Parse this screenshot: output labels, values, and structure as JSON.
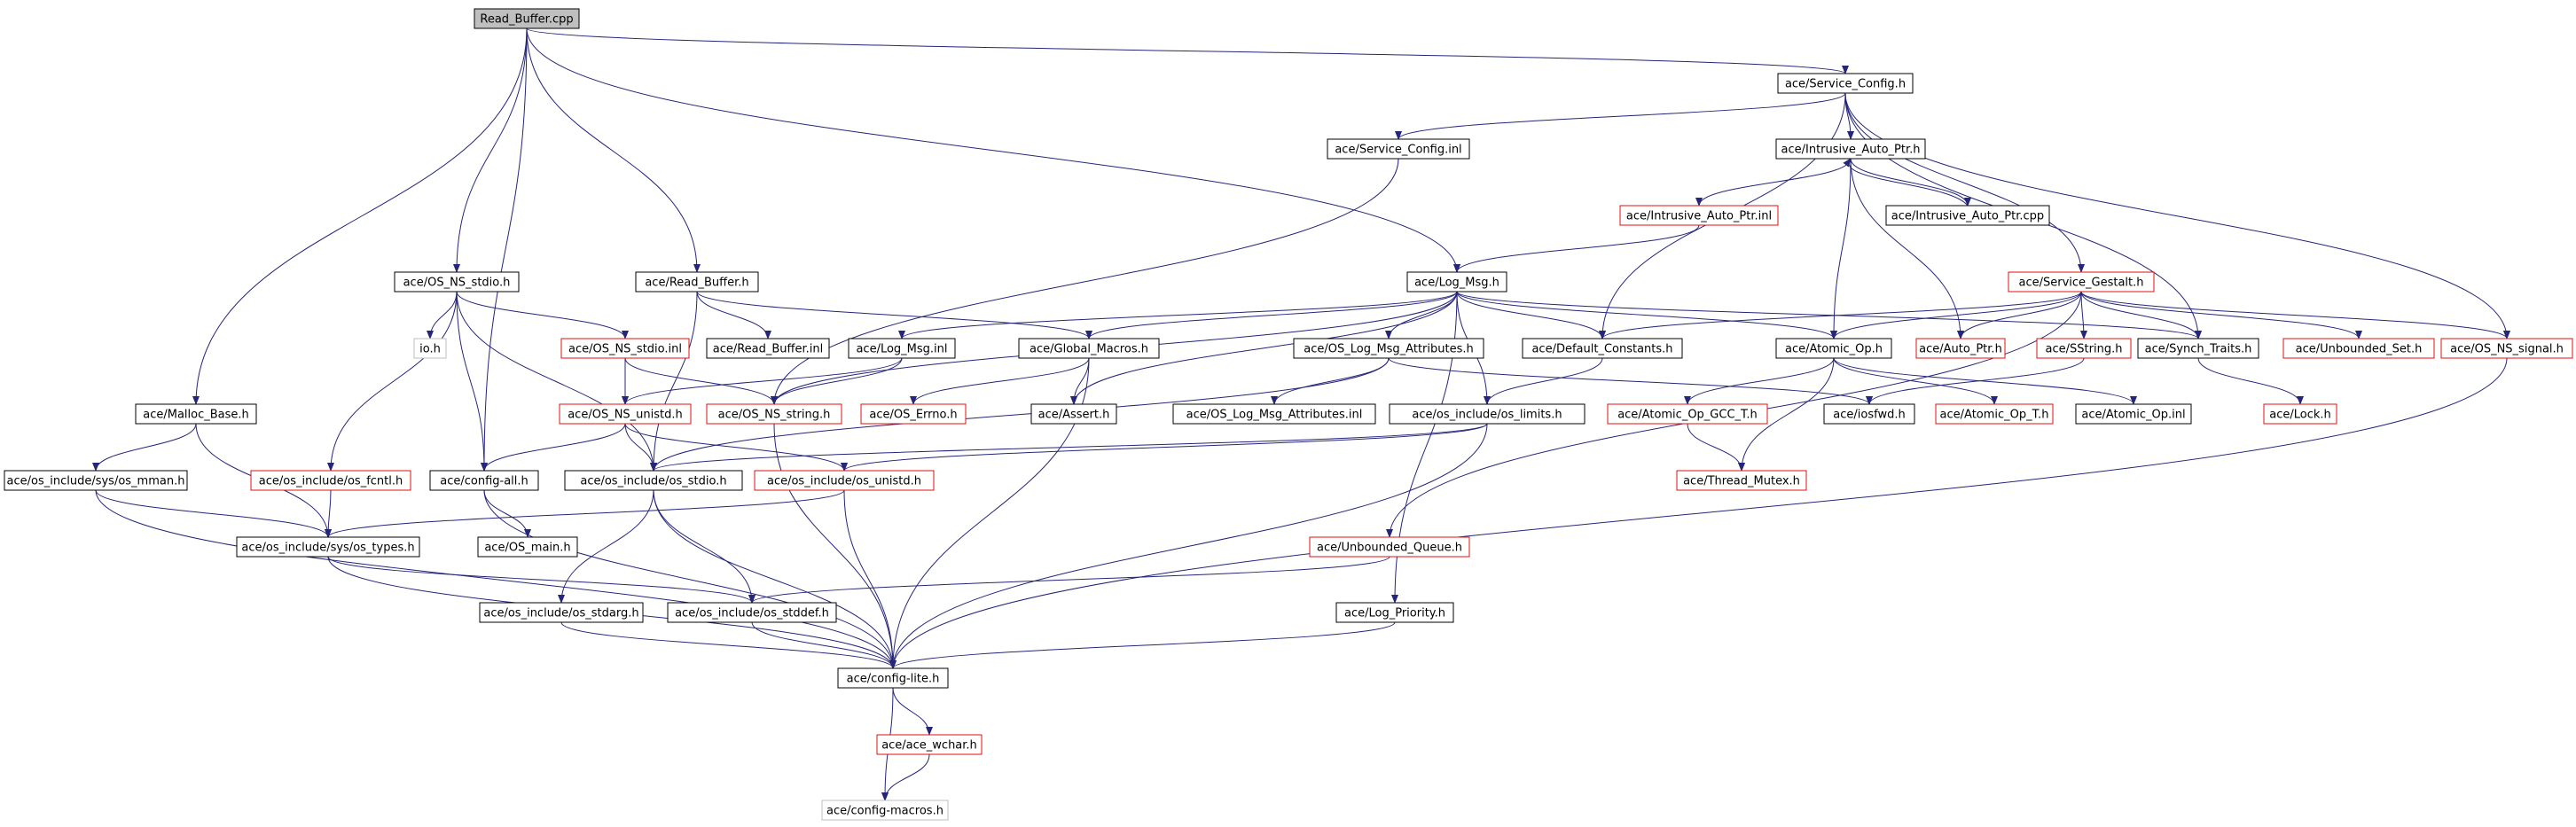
{
  "graph": {
    "nodes": [
      {
        "id": "read_buffer_cpp",
        "label": "Read_Buffer.cpp",
        "style": "root"
      },
      {
        "id": "service_config_h",
        "label": "ace/Service_Config.h",
        "style": "normal"
      },
      {
        "id": "service_config_inl",
        "label": "ace/Service_Config.inl",
        "style": "normal"
      },
      {
        "id": "intrusive_auto_ptr_h",
        "label": "ace/Intrusive_Auto_Ptr.h",
        "style": "normal"
      },
      {
        "id": "intrusive_auto_ptr_inl",
        "label": "ace/Intrusive_Auto_Ptr.inl",
        "style": "red"
      },
      {
        "id": "intrusive_auto_ptr_cpp",
        "label": "ace/Intrusive_Auto_Ptr.cpp",
        "style": "normal"
      },
      {
        "id": "os_ns_stdio_h",
        "label": "ace/OS_NS_stdio.h",
        "style": "normal"
      },
      {
        "id": "read_buffer_h",
        "label": "ace/Read_Buffer.h",
        "style": "normal"
      },
      {
        "id": "log_msg_h",
        "label": "ace/Log_Msg.h",
        "style": "normal"
      },
      {
        "id": "service_gestalt_h",
        "label": "ace/Service_Gestalt.h",
        "style": "red"
      },
      {
        "id": "io_h",
        "label": "io.h",
        "style": "gray"
      },
      {
        "id": "os_ns_stdio_inl",
        "label": "ace/OS_NS_stdio.inl",
        "style": "red"
      },
      {
        "id": "read_buffer_inl",
        "label": "ace/Read_Buffer.inl",
        "style": "normal"
      },
      {
        "id": "log_msg_inl",
        "label": "ace/Log_Msg.inl",
        "style": "normal"
      },
      {
        "id": "global_macros_h",
        "label": "ace/Global_Macros.h",
        "style": "normal"
      },
      {
        "id": "os_log_msg_attributes_h",
        "label": "ace/OS_Log_Msg_Attributes.h",
        "style": "normal"
      },
      {
        "id": "default_constants_h",
        "label": "ace/Default_Constants.h",
        "style": "normal"
      },
      {
        "id": "atomic_op_h",
        "label": "ace/Atomic_Op.h",
        "style": "normal"
      },
      {
        "id": "auto_ptr_h",
        "label": "ace/Auto_Ptr.h",
        "style": "red"
      },
      {
        "id": "sstring_h",
        "label": "ace/SString.h",
        "style": "red"
      },
      {
        "id": "synch_traits_h",
        "label": "ace/Synch_Traits.h",
        "style": "normal"
      },
      {
        "id": "unbounded_set_h",
        "label": "ace/Unbounded_Set.h",
        "style": "red"
      },
      {
        "id": "os_ns_signal_h",
        "label": "ace/OS_NS_signal.h",
        "style": "red"
      },
      {
        "id": "malloc_base_h",
        "label": "ace/Malloc_Base.h",
        "style": "normal"
      },
      {
        "id": "os_ns_unistd_h",
        "label": "ace/OS_NS_unistd.h",
        "style": "red"
      },
      {
        "id": "os_ns_string_h",
        "label": "ace/OS_NS_string.h",
        "style": "red"
      },
      {
        "id": "os_errno_h",
        "label": "ace/OS_Errno.h",
        "style": "red"
      },
      {
        "id": "assert_h",
        "label": "ace/Assert.h",
        "style": "normal"
      },
      {
        "id": "os_log_msg_attributes_inl",
        "label": "ace/OS_Log_Msg_Attributes.inl",
        "style": "normal"
      },
      {
        "id": "os_limits_h",
        "label": "ace/os_include/os_limits.h",
        "style": "normal"
      },
      {
        "id": "iosfwd_h",
        "label": "ace/iosfwd.h",
        "style": "normal"
      },
      {
        "id": "atomic_op_gcc_t_h",
        "label": "ace/Atomic_Op_GCC_T.h",
        "style": "red"
      },
      {
        "id": "atomic_op_t_h",
        "label": "ace/Atomic_Op_T.h",
        "style": "red"
      },
      {
        "id": "atomic_op_inl",
        "label": "ace/Atomic_Op.inl",
        "style": "normal"
      },
      {
        "id": "lock_h",
        "label": "ace/Lock.h",
        "style": "red"
      },
      {
        "id": "os_mman_h",
        "label": "ace/os_include/sys/os_mman.h",
        "style": "normal"
      },
      {
        "id": "os_fcntl_h",
        "label": "ace/os_include/os_fcntl.h",
        "style": "red"
      },
      {
        "id": "config_all_h",
        "label": "ace/config-all.h",
        "style": "normal"
      },
      {
        "id": "os_stdio_h",
        "label": "ace/os_include/os_stdio.h",
        "style": "normal"
      },
      {
        "id": "os_unistd_h",
        "label": "ace/os_include/os_unistd.h",
        "style": "red"
      },
      {
        "id": "thread_mutex_h",
        "label": "ace/Thread_Mutex.h",
        "style": "red"
      },
      {
        "id": "os_types_h",
        "label": "ace/os_include/sys/os_types.h",
        "style": "normal"
      },
      {
        "id": "os_main_h",
        "label": "ace/OS_main.h",
        "style": "normal"
      },
      {
        "id": "unbounded_queue_h",
        "label": "ace/Unbounded_Queue.h",
        "style": "red"
      },
      {
        "id": "os_stdarg_h",
        "label": "ace/os_include/os_stdarg.h",
        "style": "normal"
      },
      {
        "id": "os_stddef_h",
        "label": "ace/os_include/os_stddef.h",
        "style": "normal"
      },
      {
        "id": "log_priority_h",
        "label": "ace/Log_Priority.h",
        "style": "normal"
      },
      {
        "id": "config_lite_h",
        "label": "ace/config-lite.h",
        "style": "normal"
      },
      {
        "id": "ace_wchar_h",
        "label": "ace/ace_wchar.h",
        "style": "red"
      },
      {
        "id": "config_macros_h",
        "label": "ace/config-macros.h",
        "style": "gray"
      }
    ],
    "edges": [
      [
        "read_buffer_cpp",
        "service_config_h"
      ],
      [
        "read_buffer_cpp",
        "malloc_base_h"
      ],
      [
        "read_buffer_cpp",
        "config_all_h"
      ],
      [
        "read_buffer_cpp",
        "os_ns_stdio_h"
      ],
      [
        "read_buffer_cpp",
        "read_buffer_h"
      ],
      [
        "read_buffer_cpp",
        "log_msg_h"
      ],
      [
        "service_config_h",
        "service_config_inl"
      ],
      [
        "service_config_h",
        "intrusive_auto_ptr_h"
      ],
      [
        "service_config_h",
        "default_constants_h"
      ],
      [
        "service_config_h",
        "service_gestalt_h"
      ],
      [
        "service_config_h",
        "synch_traits_h"
      ],
      [
        "service_config_h",
        "os_ns_signal_h"
      ],
      [
        "service_config_inl",
        "os_ns_string_h"
      ],
      [
        "intrusive_auto_ptr_h",
        "intrusive_auto_ptr_inl"
      ],
      [
        "intrusive_auto_ptr_h",
        "intrusive_auto_ptr_cpp"
      ],
      [
        "intrusive_auto_ptr_h",
        "atomic_op_h"
      ],
      [
        "intrusive_auto_ptr_h",
        "auto_ptr_h"
      ],
      [
        "intrusive_auto_ptr_cpp",
        "intrusive_auto_ptr_h"
      ],
      [
        "intrusive_auto_ptr_inl",
        "log_msg_h"
      ],
      [
        "os_ns_stdio_h",
        "io_h"
      ],
      [
        "os_ns_stdio_h",
        "os_ns_stdio_inl"
      ],
      [
        "os_ns_stdio_h",
        "os_fcntl_h"
      ],
      [
        "os_ns_stdio_h",
        "config_all_h"
      ],
      [
        "os_ns_stdio_h",
        "os_stdio_h"
      ],
      [
        "read_buffer_h",
        "read_buffer_inl"
      ],
      [
        "read_buffer_h",
        "global_macros_h"
      ],
      [
        "read_buffer_h",
        "os_stdio_h"
      ],
      [
        "log_msg_h",
        "log_msg_inl"
      ],
      [
        "log_msg_h",
        "global_macros_h"
      ],
      [
        "log_msg_h",
        "os_log_msg_attributes_h"
      ],
      [
        "log_msg_h",
        "default_constants_h"
      ],
      [
        "log_msg_h",
        "atomic_op_h"
      ],
      [
        "log_msg_h",
        "synch_traits_h"
      ],
      [
        "log_msg_h",
        "assert_h"
      ],
      [
        "log_msg_h",
        "os_limits_h"
      ],
      [
        "log_msg_h",
        "log_priority_h"
      ],
      [
        "log_msg_h",
        "os_ns_string_h"
      ],
      [
        "service_gestalt_h",
        "default_constants_h"
      ],
      [
        "service_gestalt_h",
        "atomic_op_h"
      ],
      [
        "service_gestalt_h",
        "auto_ptr_h"
      ],
      [
        "service_gestalt_h",
        "sstring_h"
      ],
      [
        "service_gestalt_h",
        "synch_traits_h"
      ],
      [
        "service_gestalt_h",
        "unbounded_set_h"
      ],
      [
        "service_gestalt_h",
        "os_ns_signal_h"
      ],
      [
        "service_gestalt_h",
        "unbounded_queue_h"
      ],
      [
        "os_ns_stdio_inl",
        "os_ns_unistd_h"
      ],
      [
        "os_ns_stdio_inl",
        "os_ns_string_h"
      ],
      [
        "log_msg_inl",
        "os_ns_string_h"
      ],
      [
        "log_msg_inl",
        "os_ns_unistd_h"
      ],
      [
        "global_macros_h",
        "os_errno_h"
      ],
      [
        "global_macros_h",
        "assert_h"
      ],
      [
        "global_macros_h",
        "config_lite_h"
      ],
      [
        "os_log_msg_attributes_h",
        "os_log_msg_attributes_inl"
      ],
      [
        "os_log_msg_attributes_h",
        "iosfwd_h"
      ],
      [
        "os_log_msg_attributes_h",
        "os_stdio_h"
      ],
      [
        "default_constants_h",
        "os_limits_h"
      ],
      [
        "atomic_op_h",
        "atomic_op_gcc_t_h"
      ],
      [
        "atomic_op_h",
        "atomic_op_t_h"
      ],
      [
        "atomic_op_h",
        "atomic_op_inl"
      ],
      [
        "atomic_op_h",
        "thread_mutex_h"
      ],
      [
        "sstring_h",
        "iosfwd_h"
      ],
      [
        "synch_traits_h",
        "lock_h"
      ],
      [
        "os_ns_signal_h",
        "config_lite_h"
      ],
      [
        "malloc_base_h",
        "os_mman_h"
      ],
      [
        "malloc_base_h",
        "os_types_h"
      ],
      [
        "os_ns_unistd_h",
        "config_all_h"
      ],
      [
        "os_ns_unistd_h",
        "os_stdio_h"
      ],
      [
        "os_ns_unistd_h",
        "os_unistd_h"
      ],
      [
        "os_ns_string_h",
        "config_lite_h"
      ],
      [
        "os_limits_h",
        "os_stdio_h"
      ],
      [
        "os_limits_h",
        "os_unistd_h"
      ],
      [
        "os_limits_h",
        "config_lite_h"
      ],
      [
        "atomic_op_gcc_t_h",
        "thread_mutex_h"
      ],
      [
        "os_mman_h",
        "os_types_h"
      ],
      [
        "os_mman_h",
        "config_lite_h"
      ],
      [
        "os_fcntl_h",
        "os_types_h"
      ],
      [
        "config_all_h",
        "os_main_h"
      ],
      [
        "config_all_h",
        "config_lite_h"
      ],
      [
        "os_stdio_h",
        "os_stdarg_h"
      ],
      [
        "os_stdio_h",
        "os_stddef_h"
      ],
      [
        "os_stdio_h",
        "config_lite_h"
      ],
      [
        "os_unistd_h",
        "os_types_h"
      ],
      [
        "os_unistd_h",
        "config_lite_h"
      ],
      [
        "os_types_h",
        "os_stddef_h"
      ],
      [
        "os_types_h",
        "config_lite_h"
      ],
      [
        "unbounded_queue_h",
        "os_stddef_h"
      ],
      [
        "os_stdarg_h",
        "config_lite_h"
      ],
      [
        "os_stddef_h",
        "config_lite_h"
      ],
      [
        "log_priority_h",
        "config_lite_h"
      ],
      [
        "config_lite_h",
        "ace_wchar_h"
      ],
      [
        "config_lite_h",
        "config_macros_h"
      ],
      [
        "ace_wchar_h",
        "config_macros_h"
      ]
    ]
  },
  "colors": {
    "edge": "#25257a",
    "node_border_normal": "#000000",
    "node_border_red": "#e01010",
    "node_border_gray": "#bfbfbf",
    "root_fill": "#bfbfbf",
    "text": "#000000"
  }
}
